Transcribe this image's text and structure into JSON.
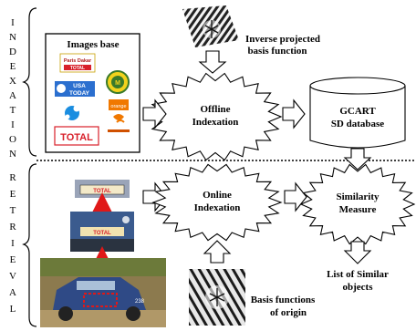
{
  "side_labels": {
    "indexation": [
      "I",
      "N",
      "D",
      "E",
      "X",
      "A",
      "T",
      "I",
      "O",
      "N"
    ],
    "retrieval": [
      "R",
      "E",
      "T",
      "R",
      "I",
      "E",
      "V",
      "A",
      "L"
    ]
  },
  "images_base": {
    "title": "Images base",
    "logos": [
      {
        "text": "Paris Dakar TOTAL",
        "icon": "paris-dakar-logo"
      },
      {
        "text": "M",
        "icon": "mitsubishi-badge-logo"
      },
      {
        "text": "USA TODAY",
        "icon": "usa-today-logo"
      },
      {
        "text": "orange",
        "icon": "orange-logo"
      },
      {
        "text": "",
        "icon": "bouygues-telecom-logo"
      },
      {
        "text": "",
        "icon": "france-telecom-logo"
      },
      {
        "text": "TOTAL",
        "icon": "total-logo"
      }
    ]
  },
  "inverse_basis": {
    "line1": "Inverse projected",
    "line2": "basis function"
  },
  "offline": {
    "line1": "Offline",
    "line2": "Indexation"
  },
  "database": {
    "line1": "GCART",
    "line2": "SD database"
  },
  "online": {
    "line1": "Online",
    "line2": "Indexation"
  },
  "similarity": {
    "line1": "Similarity",
    "line2": "Measure"
  },
  "results": {
    "line1": "List of Similar",
    "line2": "objects"
  },
  "origin_basis": {
    "line1": "Basis functions",
    "line2": "of origin"
  },
  "query_images": {
    "crop_text": "TOTAL",
    "car_number": "238"
  },
  "colors": {
    "red_arrow": "#e01818",
    "total_red": "#d8202a",
    "orange": "#f07800",
    "dark": "#000000"
  }
}
